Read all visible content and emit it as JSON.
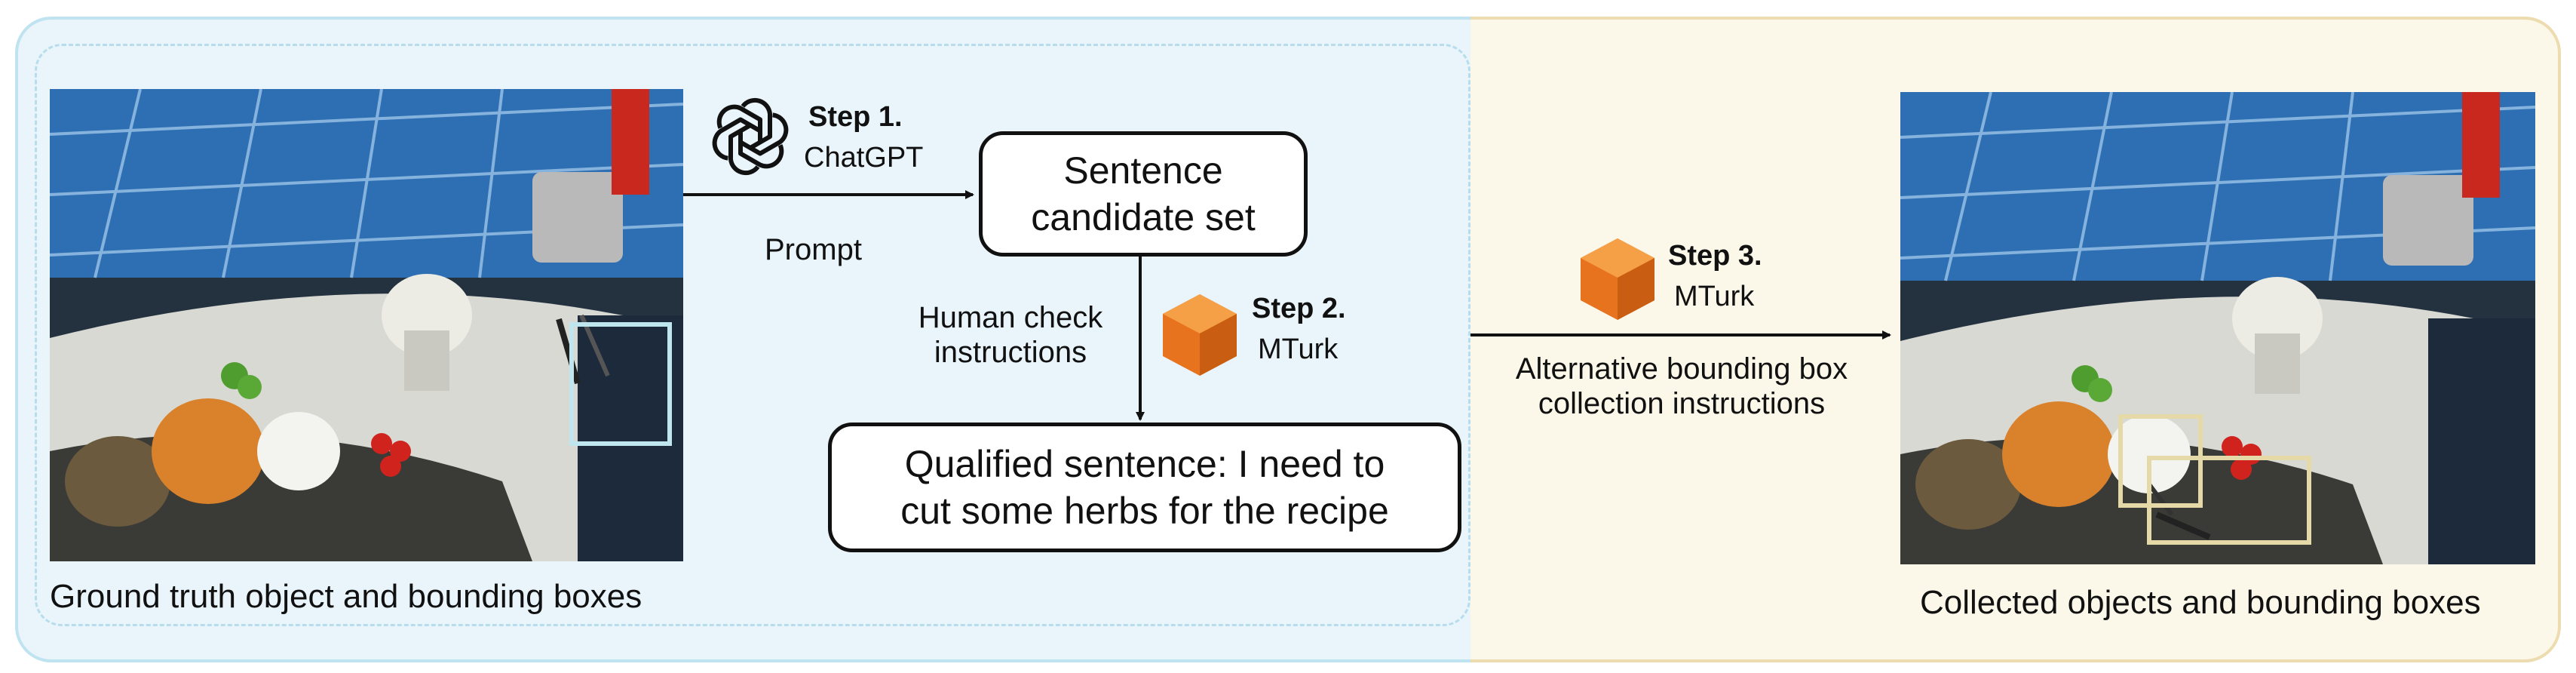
{
  "left_caption": "Ground truth object and bounding boxes",
  "right_caption": "Collected objects and bounding boxes",
  "step1": {
    "title": "Step 1.",
    "tool": "ChatGPT"
  },
  "step2": {
    "title": "Step 2.",
    "tool": "MTurk"
  },
  "step3": {
    "title": "Step 3.",
    "tool": "MTurk"
  },
  "prompt_label": "Prompt",
  "human_check_label": "Human check\ninstructions",
  "candidate_box": "Sentence\ncandidate set",
  "qualified_box": "Qualified sentence: I need to\ncut some herbs for the recipe",
  "alt_instructions": "Alternative bounding box\ncollection instructions",
  "colors": {
    "left_panel": "#e9f5fb",
    "right_panel": "#fbf7e9",
    "gt_box": "#bfe6ef",
    "collected_box": "#e6d9a8",
    "mturk_orange": "#e8731f"
  },
  "icons": [
    "chatgpt-logo-icon",
    "mturk-cube-icon"
  ]
}
